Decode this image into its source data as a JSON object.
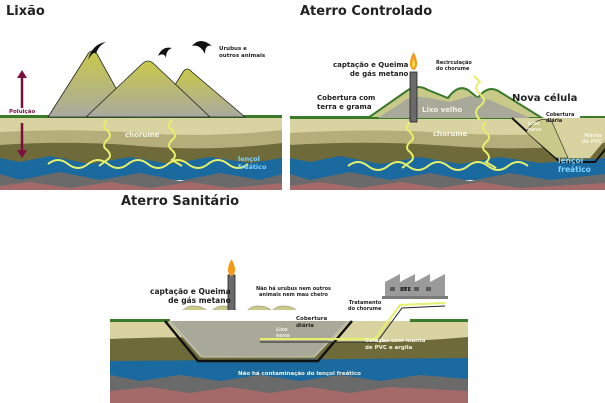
{
  "panels": {
    "lixao": {
      "title": "Lixão",
      "labels": {
        "animals": "Urubus e\noutros animais",
        "pollution": "Poluição",
        "leachate": "chorume",
        "water_table": "lençol\nfreático"
      }
    },
    "controlado": {
      "title": "Aterro Controlado",
      "labels": {
        "methane": "captação e Queima\nde gás metano",
        "recirculation": "Recirculação\ndo chorume",
        "cover": "Cobertura com\nterra e grama",
        "old_waste": "Lixo velho",
        "new_cell": "Nova célula",
        "daily_cover": "Cobertura\ndiária",
        "new_waste": "Lixo\nnovo",
        "pvc": "Manta\nde PVC",
        "leachate": "chorume",
        "water_table": "lençol\nfreático"
      }
    },
    "sanitario": {
      "title": "Aterro Sanitário",
      "labels": {
        "methane": "captação e Queima\nde gás metano",
        "no_animals": "Não há urubus nem outros\nanimais nem mau cheiro",
        "ete": "ETE",
        "treatment": "Tratamento\ndo chorume",
        "daily_cover": "Cobertura\ndiária",
        "new_waste": "Lixo\nnovo",
        "sealing": "Celação com manta\nde PVC e argila",
        "no_contamination": "Não há contaminação do lençol freático"
      }
    }
  },
  "colors": {
    "soil_top": "#d8d3a0",
    "soil_mid": "#b5ae7a",
    "soil_dark": "#6f6a3a",
    "water": "#1a6aa0",
    "rock": "#6a6a6a",
    "clay": "#a46a6a",
    "leachate": "#e6f06a",
    "pollution": "#7a1040",
    "grass": "#3a7a2a"
  }
}
